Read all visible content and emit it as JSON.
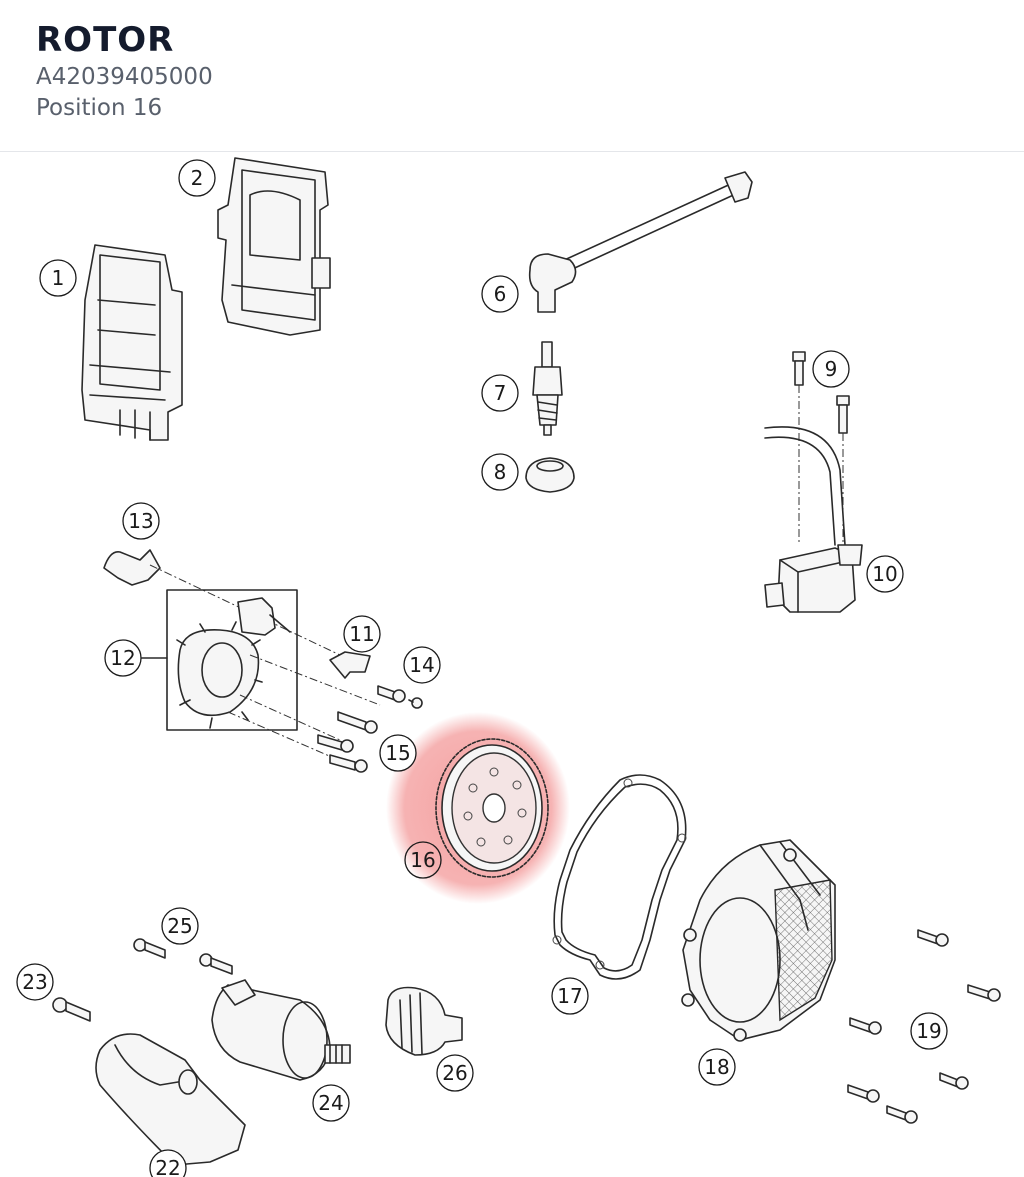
{
  "header": {
    "title": "ROTOR",
    "part_number": "A42039405000",
    "position": "Position 16"
  },
  "highlight": {
    "position": "16",
    "color": "#f08080"
  },
  "callouts": [
    {
      "n": "1"
    },
    {
      "n": "2"
    },
    {
      "n": "6"
    },
    {
      "n": "7"
    },
    {
      "n": "8"
    },
    {
      "n": "9"
    },
    {
      "n": "10"
    },
    {
      "n": "11"
    },
    {
      "n": "12"
    },
    {
      "n": "13"
    },
    {
      "n": "14"
    },
    {
      "n": "15"
    },
    {
      "n": "16"
    },
    {
      "n": "17"
    },
    {
      "n": "18"
    },
    {
      "n": "19"
    },
    {
      "n": "22"
    },
    {
      "n": "23"
    },
    {
      "n": "24"
    },
    {
      "n": "25"
    },
    {
      "n": "26"
    }
  ]
}
